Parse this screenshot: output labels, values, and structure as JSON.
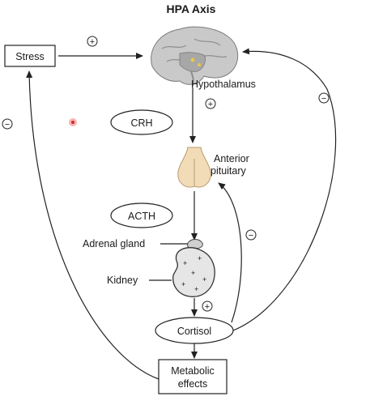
{
  "diagram": {
    "title": "HPA Axis",
    "nodes": {
      "stress": "Stress",
      "hypothalamus": "Hypothalamus",
      "crh": "CRH",
      "anterior_pituitary_line1": "Anterior",
      "anterior_pituitary_line2": "pituitary",
      "acth": "ACTH",
      "adrenal_gland": "Adrenal gland",
      "kidney": "Kidney",
      "cortisol": "Cortisol",
      "metabolic_line1": "Metabolic",
      "metabolic_line2": "effects"
    },
    "signs": {
      "stress_to_brain": "+",
      "hypothalamus": "+",
      "adrenal": "+",
      "feedback_left": "−",
      "feedback_right": "−",
      "feedback_pituitary": "−"
    }
  },
  "colors": {
    "brain": "#9a9a9a",
    "pituitary": "#f2dcb8",
    "marker": "#d22a2a"
  },
  "icons": [
    "brain-icon",
    "pituitary-icon",
    "adrenal-kidney-icon",
    "cursor-marker-icon"
  ]
}
